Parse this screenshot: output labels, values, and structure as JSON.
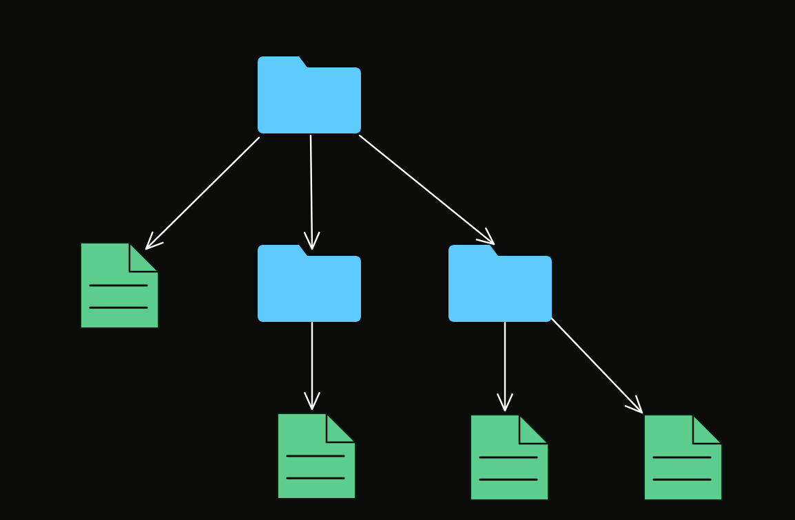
{
  "colors": {
    "background": "#0b0b0a",
    "folder_fill": "#5ecbfc",
    "file_fill": "#5dcd8d",
    "file_outline": "#0d1c14",
    "file_line": "#0b0b0a",
    "arrow": "#ffffff"
  },
  "nodes": [
    {
      "id": "root-folder",
      "kind": "folder",
      "icon": "folder-icon"
    },
    {
      "id": "file-1",
      "kind": "file",
      "icon": "file-icon"
    },
    {
      "id": "folder-a",
      "kind": "folder",
      "icon": "folder-icon"
    },
    {
      "id": "folder-b",
      "kind": "folder",
      "icon": "folder-icon"
    },
    {
      "id": "file-a1",
      "kind": "file",
      "icon": "file-icon"
    },
    {
      "id": "file-b1",
      "kind": "file",
      "icon": "file-icon"
    },
    {
      "id": "file-b2",
      "kind": "file",
      "icon": "file-icon"
    }
  ],
  "edges": [
    {
      "from": "root-folder",
      "to": "file-1"
    },
    {
      "from": "root-folder",
      "to": "folder-a"
    },
    {
      "from": "root-folder",
      "to": "folder-b"
    },
    {
      "from": "folder-a",
      "to": "file-a1"
    },
    {
      "from": "folder-b",
      "to": "file-b1"
    },
    {
      "from": "folder-b",
      "to": "file-b2"
    }
  ]
}
